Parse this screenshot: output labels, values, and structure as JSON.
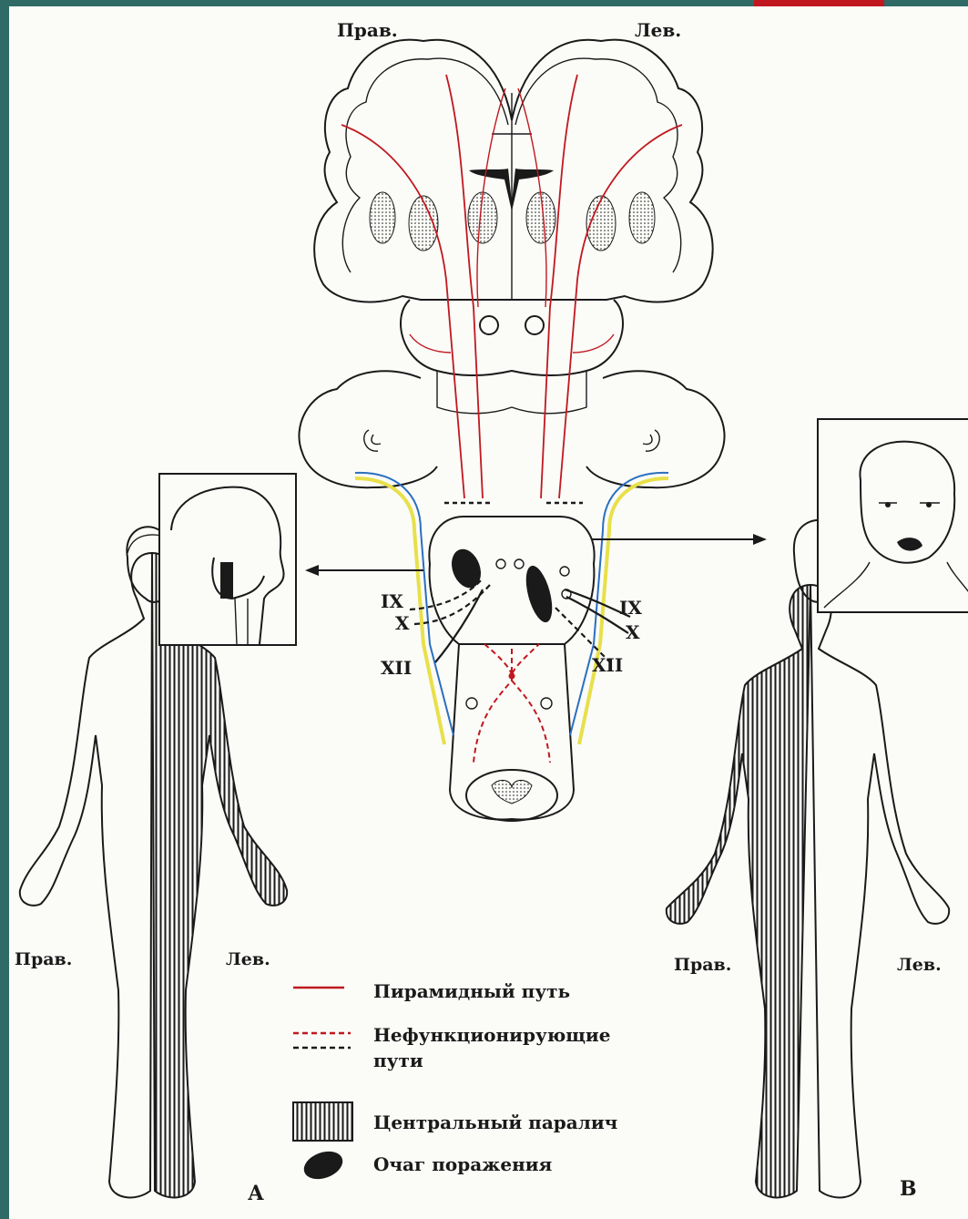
{
  "colors": {
    "background": "#2f6a66",
    "accent_bar": "#c0181e",
    "pyramidal": "#c0181e",
    "ink": "#1a1a1a",
    "yellow_tract": "#e8e04a",
    "blue_tract": "#2a6fc0"
  },
  "brain": {
    "label_right": "Прав.",
    "label_left": "Лев.",
    "nerve_left": [
      "IX",
      "X",
      "XII"
    ],
    "nerve_right": [
      "IX",
      "X",
      "XII"
    ]
  },
  "figure_a": {
    "label_right": "Прав.",
    "label_left": "Лев.",
    "letter": "А"
  },
  "figure_b": {
    "label_right": "Прав.",
    "label_left": "Лев.",
    "letter": "В"
  },
  "legend": {
    "pyramidal": "Пирамидный путь",
    "nonfunctioning_line1": "Нефункционирующие",
    "nonfunctioning_line2": "пути",
    "central_paralysis": "Центральный паралич",
    "lesion": "Очаг поражения"
  }
}
